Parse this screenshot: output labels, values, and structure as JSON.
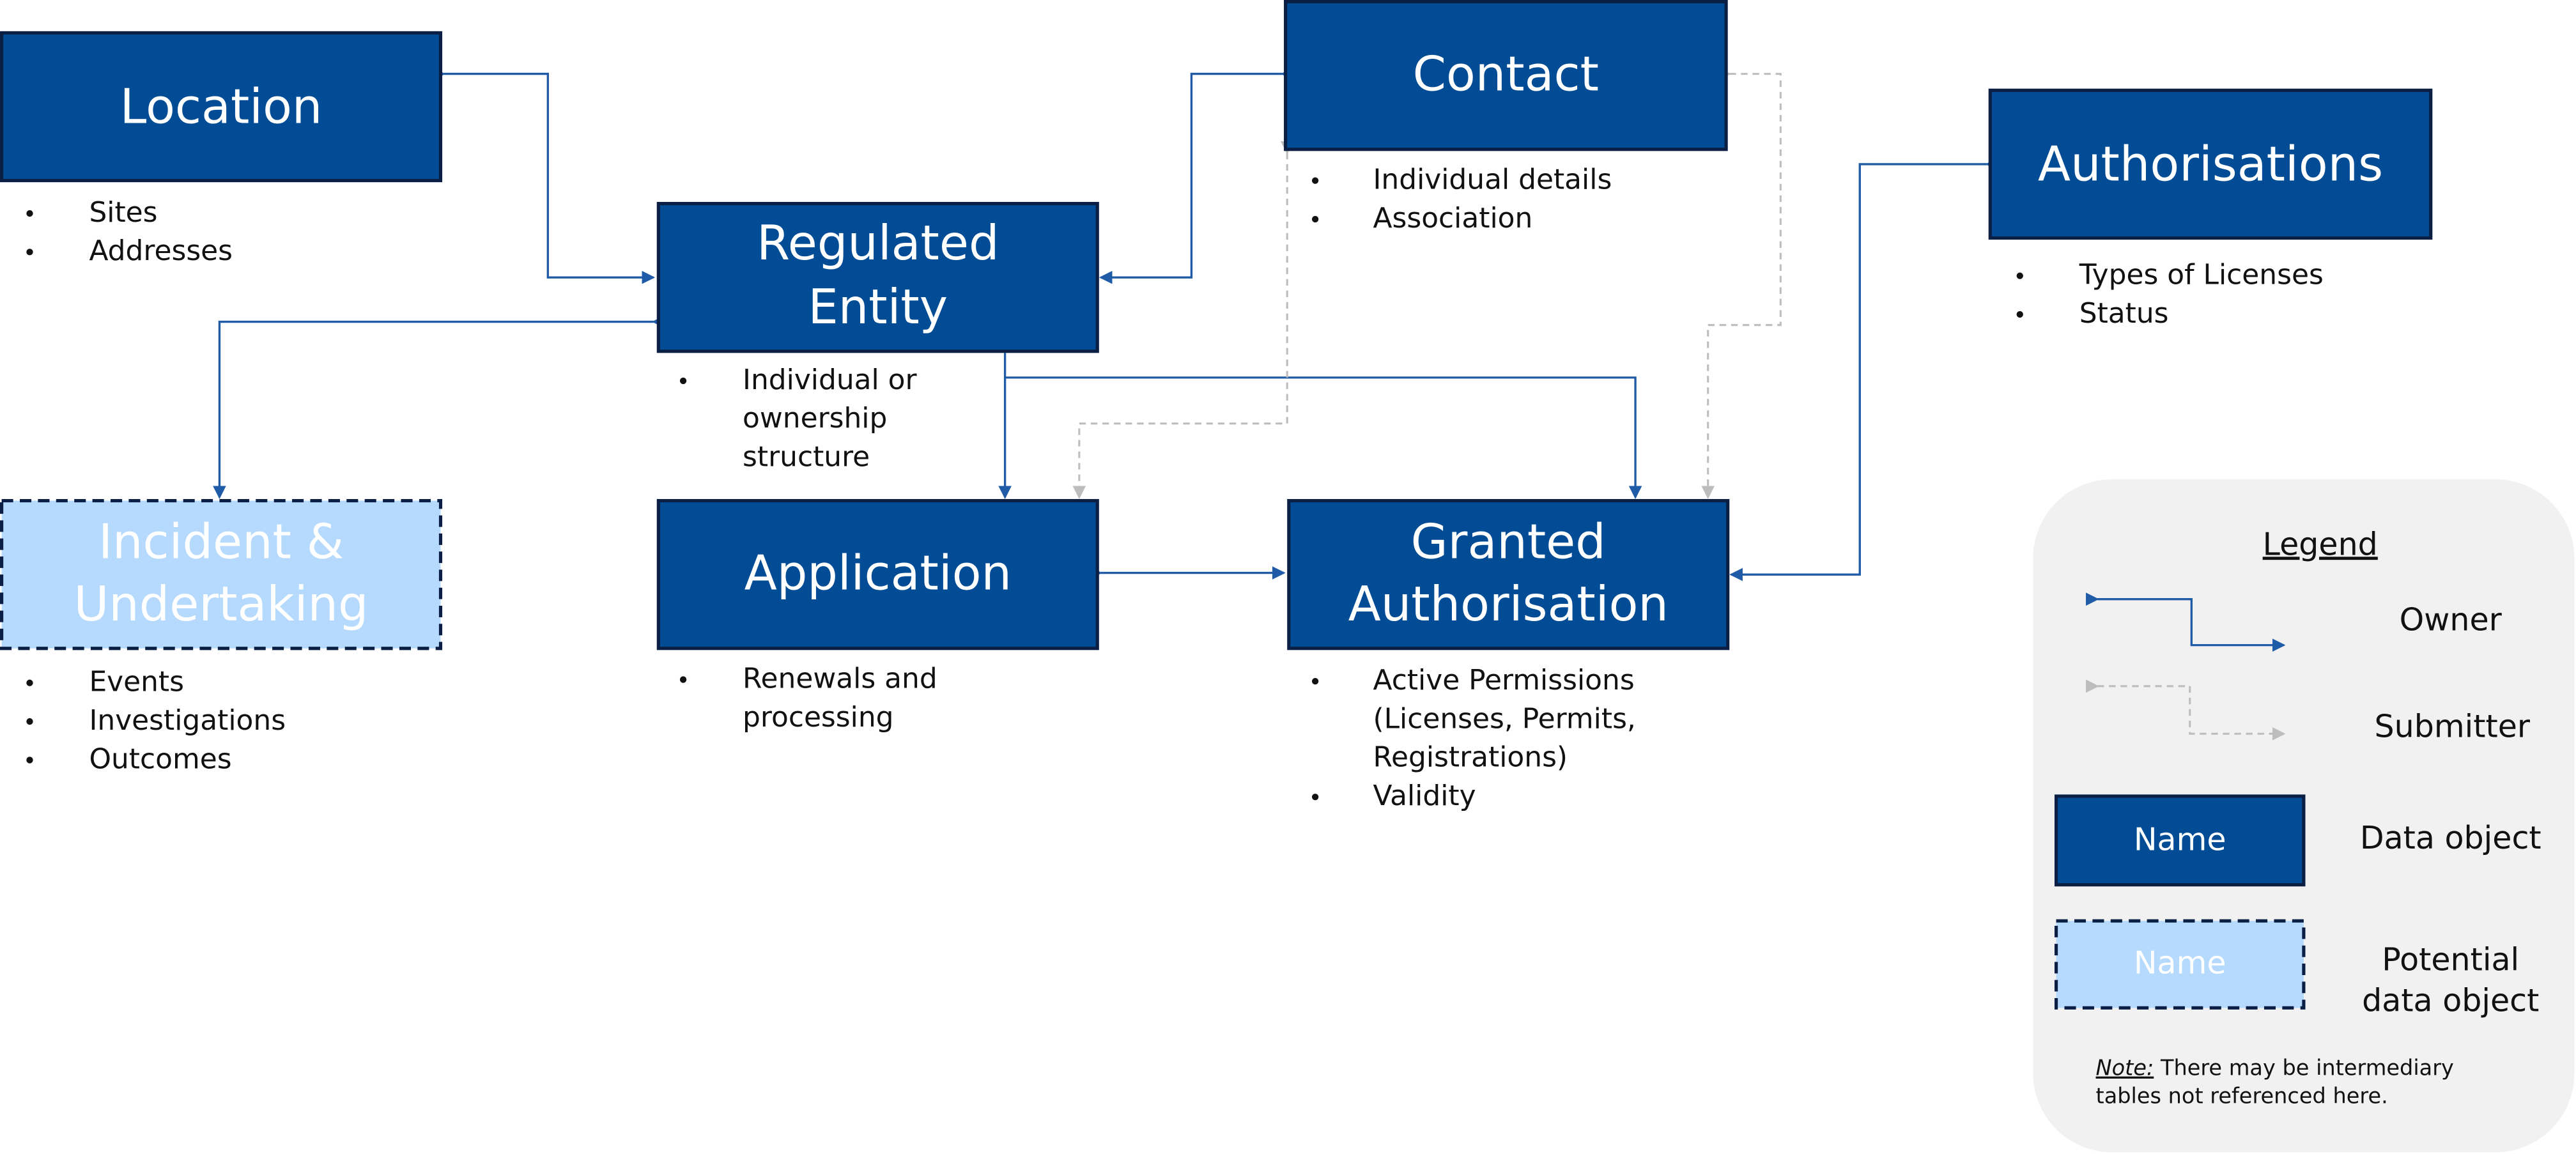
{
  "colors": {
    "object_fill": "#024C96",
    "object_border": "#0B1F44",
    "potential_fill": "#B6DAFD",
    "potential_border": "#0B1F44",
    "owner_line": "#1F5BA6",
    "submitter_line": "#BDBDBD",
    "legend_bg": "#F1F1F1"
  },
  "objects": [
    {
      "id": "location",
      "title_lines": [
        "Location"
      ],
      "type": "data",
      "bullets": [
        "Sites",
        "Addresses"
      ]
    },
    {
      "id": "regulated-entity",
      "title_lines": [
        "Regulated",
        "Entity"
      ],
      "type": "data",
      "bullets": [
        "Individual or",
        "ownership",
        "structure"
      ],
      "bullet_groups": [
        3
      ]
    },
    {
      "id": "contact",
      "title_lines": [
        "Contact"
      ],
      "type": "data",
      "bullets": [
        "Individual details",
        "Association"
      ]
    },
    {
      "id": "authorisations",
      "title_lines": [
        "Authorisations"
      ],
      "type": "data",
      "bullets": [
        "Types of Licenses",
        "Status"
      ]
    },
    {
      "id": "incident-undertaking",
      "title_lines": [
        "Incident &",
        "Undertaking"
      ],
      "type": "potential",
      "bullets": [
        "Events",
        "Investigations",
        "Outcomes"
      ]
    },
    {
      "id": "application",
      "title_lines": [
        "Application"
      ],
      "type": "data",
      "bullets": [
        "Renewals and",
        "processing"
      ],
      "bullet_groups": [
        2
      ]
    },
    {
      "id": "granted-authorisation",
      "title_lines": [
        "Granted",
        "Authorisation"
      ],
      "type": "data",
      "bullets": [
        "Active Permissions",
        "(Licenses, Permits,",
        "Registrations)",
        "Validity"
      ],
      "bullet_groups": [
        3,
        1
      ]
    }
  ],
  "connectors": [
    {
      "from": "location",
      "to": "regulated-entity",
      "kind": "owner"
    },
    {
      "from": "regulated-entity",
      "to": "incident-undertaking",
      "kind": "owner"
    },
    {
      "from": "contact",
      "to": "regulated-entity",
      "kind": "owner"
    },
    {
      "from": "regulated-entity",
      "to": "application",
      "kind": "owner"
    },
    {
      "from": "regulated-entity",
      "to": "granted-authorisation",
      "kind": "owner"
    },
    {
      "from": "application",
      "to": "granted-authorisation",
      "kind": "owner"
    },
    {
      "from": "authorisations",
      "to": "granted-authorisation",
      "kind": "owner"
    },
    {
      "from": "contact",
      "to": "application",
      "kind": "submitter"
    },
    {
      "from": "contact",
      "to": "granted-authorisation",
      "kind": "submitter"
    }
  ],
  "legend": {
    "title": "Legend",
    "owner_label": "Owner",
    "submitter_label": "Submitter",
    "data_object_sample": "Name",
    "data_object_label": "Data object",
    "potential_sample": "Name",
    "potential_label_lines": [
      "Potential",
      "data object"
    ],
    "note_prefix": "Note:",
    "note_lines": [
      " There may be intermediary",
      "tables not referenced here."
    ]
  }
}
